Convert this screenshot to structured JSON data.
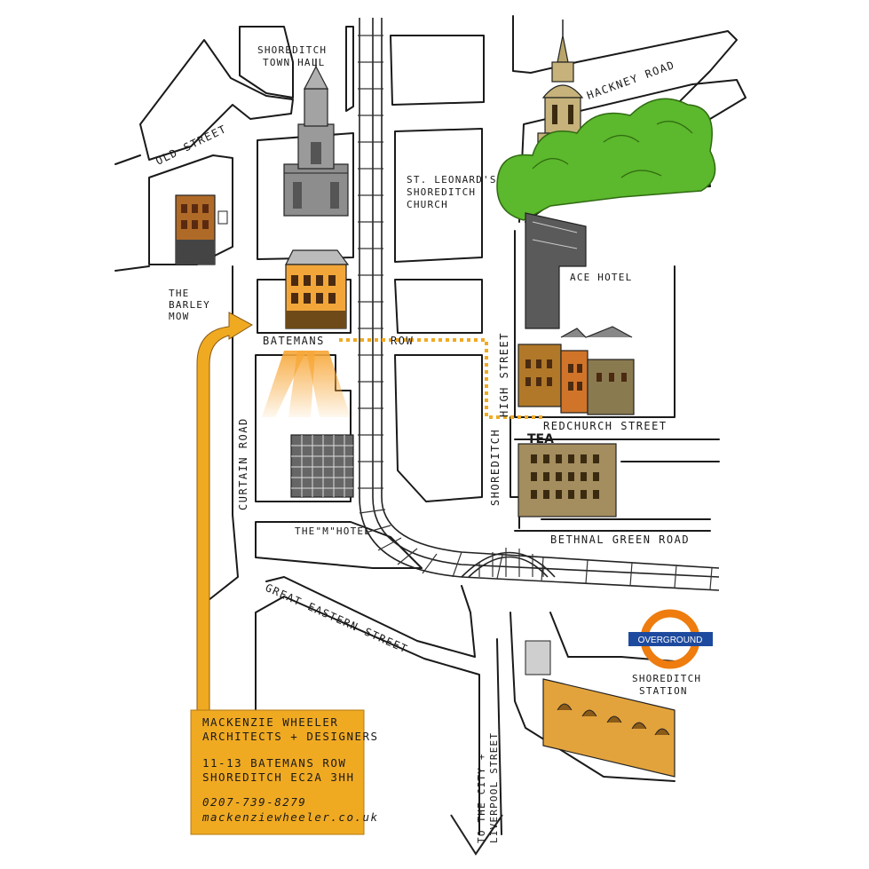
{
  "map": {
    "streets": {
      "old_street": "OLD STREET",
      "hackney_road": "HACKNEY ROAD",
      "curtain_road": "CURTAIN ROAD",
      "batemans_row_a": "BATEMANS",
      "batemans_row_b": "ROW",
      "high_street_a": "SHOREDITCH",
      "high_street_b": "HIGH STREET",
      "redchurch_street": "REDCHURCH STREET",
      "bethnal_green_road": "BETHNAL GREEN ROAD",
      "great_eastern_street": "GREAT EASTERN STREET",
      "to_city_line1": "TO THE CITY +",
      "to_city_line2": "LIVERPOOL STREET"
    },
    "landmarks": {
      "town_hall_line1": "SHOREDITCH",
      "town_hall_line2": "TOWN HALL",
      "church_line1": "ST. LEONARD'S",
      "church_line2": "SHOREDITCH",
      "church_line3": "CHURCH",
      "barley_mow_line1": "THE",
      "barley_mow_line2": "BARLEY",
      "barley_mow_line3": "MOW",
      "ace_hotel": "ACE HOTEL",
      "m_hotel": "THE\"M\"HOTEL",
      "tea_sign": "TEA",
      "station_line1": "SHOREDITCH",
      "station_line2": "STATION",
      "overground": "OVERGROUND"
    },
    "address_card": {
      "company_line1": "MACKENZIE WHEELER",
      "company_line2": "ARCHITECTS + DESIGNERS",
      "address_line1": "11-13 BATEMANS ROW",
      "address_line2": "SHOREDITCH  EC2A 3HH",
      "phone": "0207-739-8279",
      "website": "mackenziewheeler.co.uk"
    },
    "colors": {
      "accent_orange": "#f0aa22",
      "route_dots": "#f0aa22",
      "tree_green": "#5cb82c",
      "overground_blue": "#1d4a9e",
      "overground_orange": "#ee7c0e",
      "brick": "#c97a22",
      "ink": "#1a1a1a"
    },
    "icons": {
      "church": "church-spire-icon",
      "town_hall": "clock-tower-icon",
      "overground": "overground-roundel-icon",
      "arrow": "route-arrow-icon"
    }
  }
}
